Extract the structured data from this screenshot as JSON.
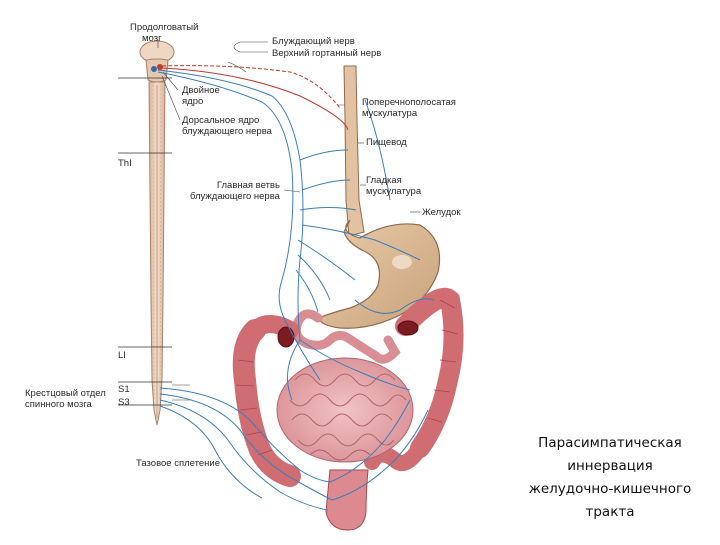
{
  "diagram": {
    "labels": {
      "medulla": [
        "Продолговатый",
        "мозг"
      ],
      "vagus_nerve": "Блуждающий нерв",
      "superior_laryngeal": "Верхний гортанный нерв",
      "nucleus_ambiguus": [
        "Двойное",
        "ядро"
      ],
      "dorsal_nucleus": [
        "Дорсальное ядро",
        "блуждающего нерва"
      ],
      "striated_muscle": [
        "Поперечнополосатая",
        "мускулатура"
      ],
      "esophagus": "Пищевод",
      "main_branch": [
        "Главная ветвь",
        "блуждающего нерва"
      ],
      "smooth_muscle": [
        "Гладкая",
        "мускулатура"
      ],
      "stomach": "Желудок",
      "th1": "ThI",
      "l1": "LI",
      "sacral": [
        "Крестцовый отдел",
        "спинного мозга"
      ],
      "s1": "S1",
      "s3": "S3",
      "pelvic_plexus": "Тазовое сплетение"
    },
    "caption": [
      "Парасимпатическая",
      "иннервация",
      "желудочно-кишечного",
      "тракта"
    ]
  },
  "colors": {
    "nerve_blue": "#3b7fb8",
    "nerve_red": "#c0392b",
    "stomach": "#ddb78f",
    "intestine": "#e7a7aa",
    "colon": "#cf6d73",
    "spinal_cord": "#ecd3bf"
  }
}
